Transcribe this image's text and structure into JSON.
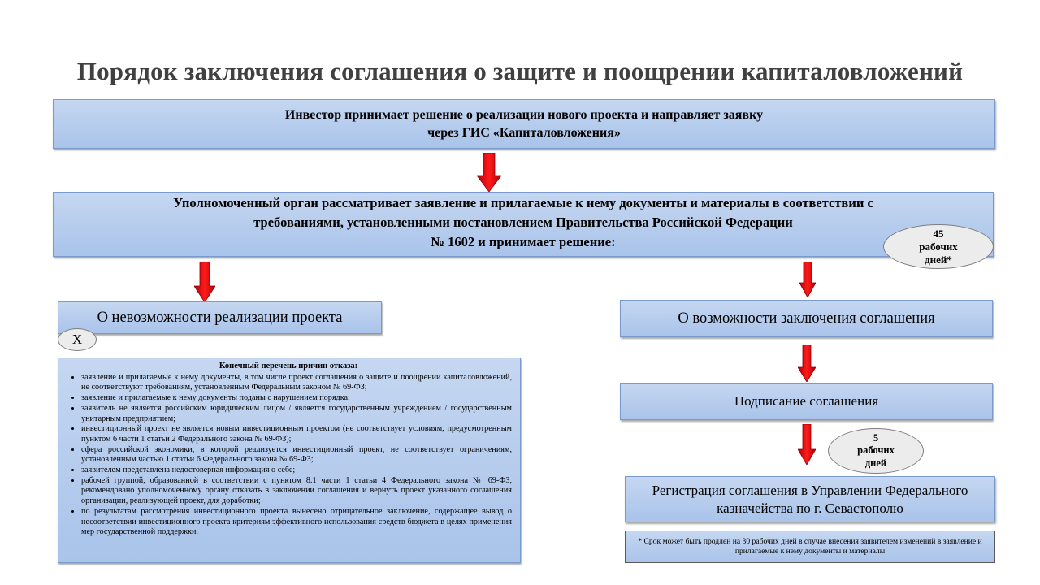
{
  "title": "Порядок заключения соглашения о защите и поощрении капиталовложений",
  "step1": {
    "line1": "Инвестор принимает решение о реализации нового проекта и направляет заявку",
    "line2": "через ГИС «Капиталовложения»"
  },
  "step2": {
    "line1": "Уполномоченный орган рассматривает  заявление и прилагаемые к нему документы и материалы в соответствии с",
    "line2": "требованиями, установленными постановлением Правительства Российской Федерации",
    "line3": "№ 1602 и принимает решение:",
    "term": {
      "num": "45",
      "l1": "рабочих",
      "l2": "дней*"
    }
  },
  "refusal": {
    "label": "О невозможности реализации  проекта",
    "badge": "Х",
    "reasons_title": "Конечный перечень причин отказа:",
    "reasons": [
      "заявление и прилагаемые к нему документы, в том числе проект соглашения о защите и поощрении капиталовложений, не соответствуют требованиям, установленным Федеральным законом № 69-ФЗ;",
      "заявление и прилагаемые к нему документы поданы с нарушением порядка;",
      "заявитель не является российским юридическим лицом / является государственным учреждением / государственным унитарным предприятием;",
      "инвестиционный проект не является новым инвестиционным проектом (не соответствует условиям, предусмотренным пунктом 6 части 1 статьи 2 Федерального закона № 69-ФЗ);",
      "сфера российской экономики, в которой реализуется инвестиционный проект, не соответствует ограничениям, установленным частью 1 статьи 6 Федерального закона № 69-ФЗ;",
      "заявителем представлена недостоверная информация о себе;",
      "рабочей группой, образованной в соответствии с пунктом 8.1 части 1 статьи 4 Федерального закона № 69-ФЗ, рекомендовано уполномоченному органу отказать в заключении соглашения и вернуть проект указанного соглашения организации, реализующей проект, для доработки;",
      "по результатам рассмотрения инвестиционного проекта вынесено отрицательное заключение, содержащее вывод о несоответствии инвестиционного проекта критериям эффективного использования средств бюджета в целях применения  мер государственной поддержки."
    ]
  },
  "approval": {
    "label": "О возможности заключения  соглашения",
    "signing": "Подписание соглашения",
    "term": {
      "num": "5",
      "l1": "рабочих",
      "l2": "дней"
    },
    "registration_l1": "Регистрация соглашения в Управлении Федерального",
    "registration_l2": "казначейства по г. Севастополю",
    "note": "* Срок может быть продлен на 30 рабочих дней в случае внесения заявителем изменений в заявление и прилагаемые к нему документы и материалы"
  },
  "colors": {
    "box": "#b7cdee",
    "arrow": "#e3000f",
    "ellipse": "#ececec",
    "title": "#404040"
  }
}
